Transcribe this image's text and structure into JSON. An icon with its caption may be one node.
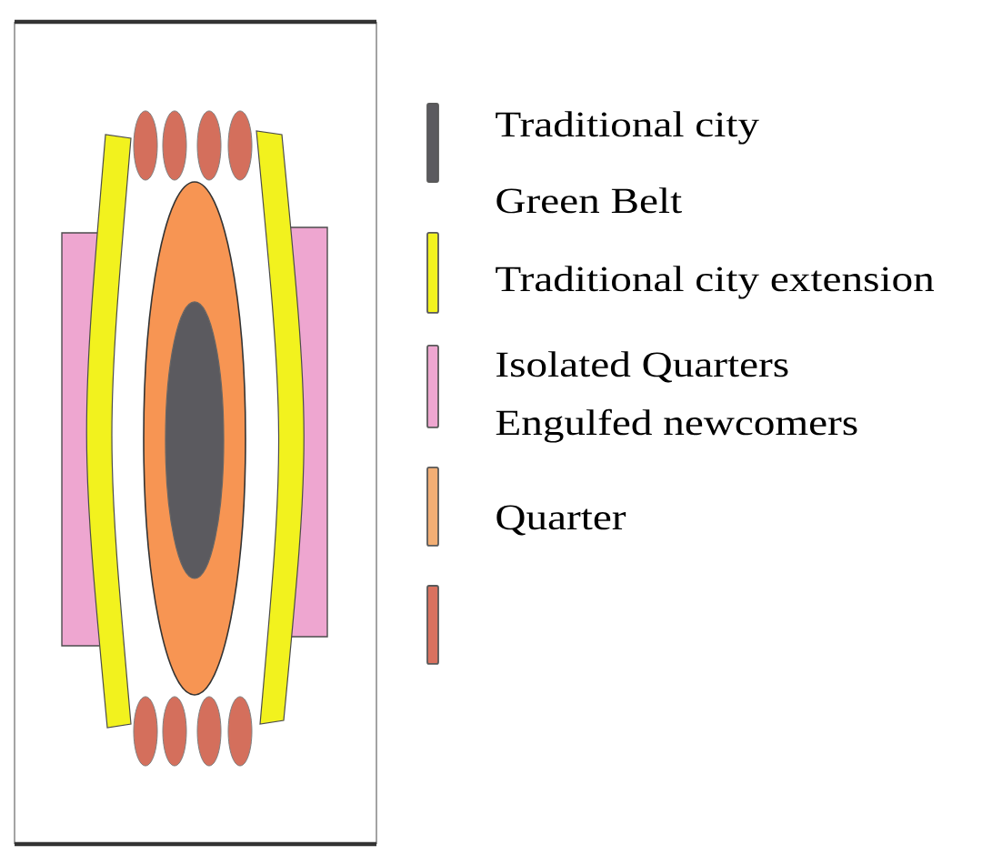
{
  "diagram": {
    "legend": [
      {
        "text": "Traditional city",
        "color": "#5b5a5f"
      },
      {
        "text": "Green Belt"
      },
      {
        "text": "Traditional city extension",
        "color": "#f2f21e"
      },
      {
        "text": "Isolated Quarters",
        "color": "#eea6d0"
      },
      {
        "text": "Engulfed newcomers"
      },
      {
        "text": "Quarter",
        "color": "#f2ae74"
      }
    ]
  }
}
